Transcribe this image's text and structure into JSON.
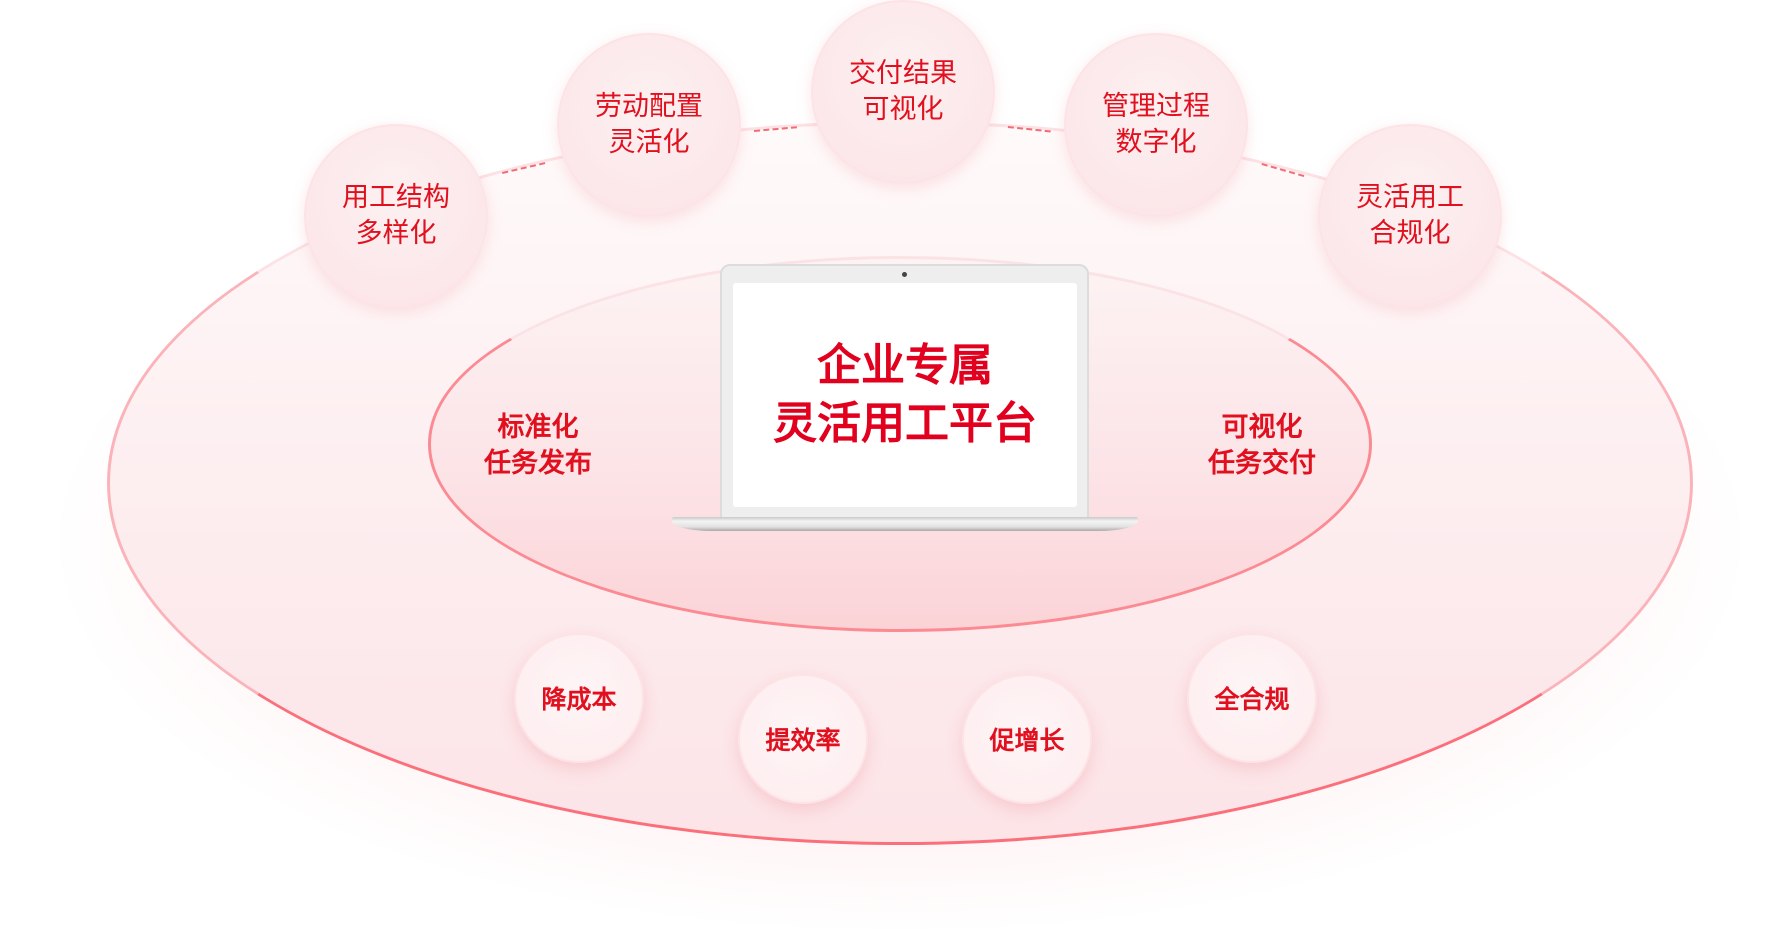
{
  "center": {
    "title_line1": "企业专属",
    "title_line2": "灵活用工平台"
  },
  "inner_labels": [
    {
      "line1": "标准化",
      "line2": "任务发布"
    },
    {
      "line1": "可视化",
      "line2": "任务交付"
    }
  ],
  "top_circles": [
    {
      "line1": "用工结构",
      "line2": "多样化"
    },
    {
      "line1": "劳动配置",
      "line2": "灵活化"
    },
    {
      "line1": "交付结果",
      "line2": "可视化"
    },
    {
      "line1": "管理过程",
      "line2": "数字化"
    },
    {
      "line1": "灵活用工",
      "line2": "合规化"
    }
  ],
  "bottom_circles": [
    "降成本",
    "提效率",
    "促增长",
    "全合规"
  ],
  "colors": {
    "accent": "#e1001e",
    "ring": "#fb6f7b"
  }
}
